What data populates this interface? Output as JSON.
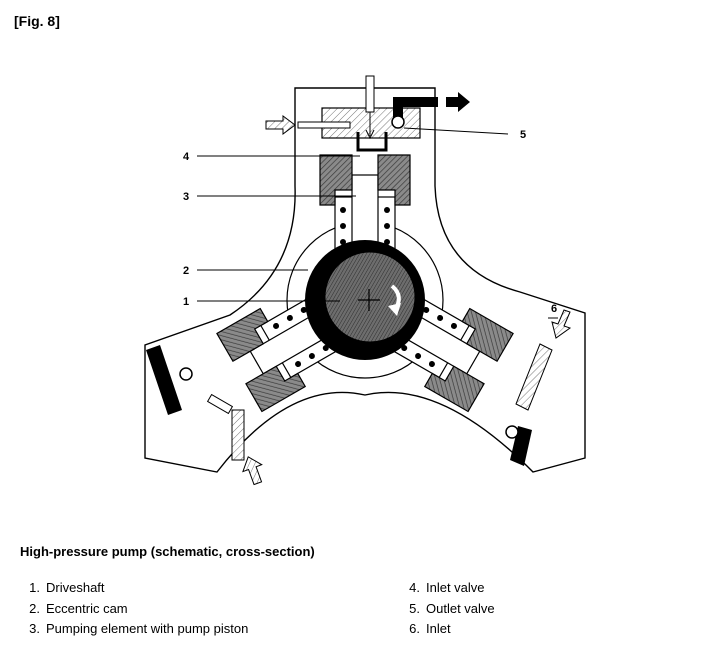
{
  "figure_label": "[Fig. 8]",
  "caption": "High-pressure pump (schematic, cross-section)",
  "callouts": [
    "1",
    "2",
    "3",
    "4",
    "5",
    "6"
  ],
  "legend": [
    {
      "num": "1.",
      "text": "Driveshaft"
    },
    {
      "num": "2.",
      "text": "Eccentric cam"
    },
    {
      "num": "3.",
      "text": "Pumping element with pump piston"
    },
    {
      "num": "4.",
      "text": "Inlet valve"
    },
    {
      "num": "5.",
      "text": "Outlet valve"
    },
    {
      "num": "6.",
      "text": "Inlet"
    }
  ],
  "colors": {
    "line": "#000000",
    "hatch": "#555555",
    "background": "#ffffff"
  }
}
